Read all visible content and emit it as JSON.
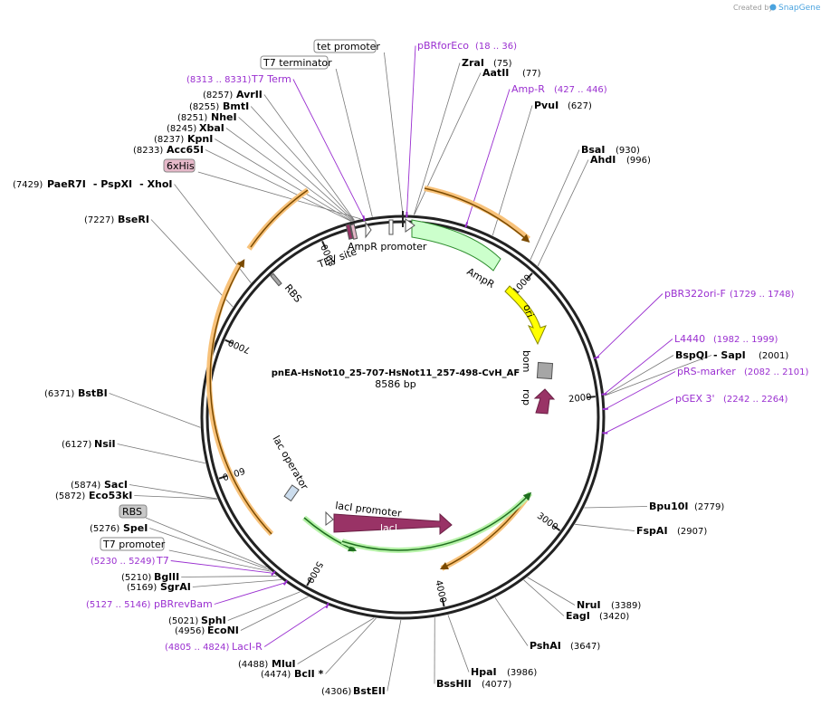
{
  "brand": {
    "created_by": "Created by",
    "name": "SnapGene"
  },
  "plasmid": {
    "name": "pnEA-HsNot10_25-707-HsNot11_257-498-CvH_AF",
    "size_label": "8586 bp",
    "length": 8586
  },
  "ticks": [
    {
      "pos": 1000,
      "label": "1000"
    },
    {
      "pos": 2000,
      "label": "2000"
    },
    {
      "pos": 3000,
      "label": "3000"
    },
    {
      "pos": 4000,
      "label": "4000"
    },
    {
      "pos": 5000,
      "label": "5000"
    },
    {
      "pos": 6000,
      "label": "6000"
    },
    {
      "pos": 7000,
      "label": "7000"
    },
    {
      "pos": 8000,
      "label": "8000"
    }
  ],
  "enzymes": [
    {
      "name": "ZraI",
      "pos": 75,
      "pos_label": "(75)"
    },
    {
      "name": "AatII",
      "pos": 77,
      "pos_label": "(77)"
    },
    {
      "name": "PvuI",
      "pos": 627,
      "pos_label": "(627)"
    },
    {
      "name": "BsaI",
      "pos": 930,
      "pos_label": "(930)"
    },
    {
      "name": "AhdI",
      "pos": 996,
      "pos_label": "(996)"
    },
    {
      "name": "BspQI",
      "alt": "SapI",
      "pos": 2001,
      "pos_label": "(2001)"
    },
    {
      "name": "Bpu10I",
      "pos": 2779,
      "pos_label": "(2779)"
    },
    {
      "name": "FspAI",
      "pos": 2907,
      "pos_label": "(2907)"
    },
    {
      "name": "NruI",
      "pos": 3389,
      "pos_label": "(3389)"
    },
    {
      "name": "EagI",
      "pos": 3420,
      "pos_label": "(3420)"
    },
    {
      "name": "PshAI",
      "pos": 3647,
      "pos_label": "(3647)"
    },
    {
      "name": "HpaI",
      "pos": 3986,
      "pos_label": "(3986)"
    },
    {
      "name": "BssHII",
      "pos": 4077,
      "pos_label": "(4077)"
    },
    {
      "name": "BstEII",
      "pos": 4306,
      "pos_label": "(4306)"
    },
    {
      "name": "BclI *",
      "pos": 4474,
      "pos_label": "(4474)"
    },
    {
      "name": "MluI",
      "pos": 4488,
      "pos_label": "(4488)"
    },
    {
      "name": "EcoNI",
      "pos": 4956,
      "pos_label": "(4956)"
    },
    {
      "name": "SphI",
      "pos": 5021,
      "pos_label": "(5021)"
    },
    {
      "name": "SgrAI",
      "pos": 5169,
      "pos_label": "(5169)"
    },
    {
      "name": "BglII",
      "pos": 5210,
      "pos_label": "(5210)"
    },
    {
      "name": "SpeI",
      "pos": 5276,
      "pos_label": "(5276)"
    },
    {
      "name": "Eco53kI",
      "pos": 5872,
      "pos_label": "(5872)"
    },
    {
      "name": "SacI",
      "pos": 5874,
      "pos_label": "(5874)"
    },
    {
      "name": "NsiI",
      "pos": 6127,
      "pos_label": "(6127)"
    },
    {
      "name": "BstBI",
      "pos": 6371,
      "pos_label": "(6371)"
    },
    {
      "name": "BseRI",
      "pos": 7227,
      "pos_label": "(7227)"
    },
    {
      "name": "PaeR7I",
      "alt": "PspXI",
      "alt2": "XhoI",
      "pos": 7429,
      "pos_label": "(7429)"
    },
    {
      "name": "Acc65I",
      "pos": 8233,
      "pos_label": "(8233)"
    },
    {
      "name": "KpnI",
      "pos": 8237,
      "pos_label": "(8237)"
    },
    {
      "name": "XbaI",
      "pos": 8245,
      "pos_label": "(8245)"
    },
    {
      "name": "NheI",
      "pos": 8251,
      "pos_label": "(8251)"
    },
    {
      "name": "BmtI",
      "pos": 8255,
      "pos_label": "(8255)"
    },
    {
      "name": "AvrII",
      "pos": 8257,
      "pos_label": "(8257)"
    }
  ],
  "primers": [
    {
      "name": "pBRforEco",
      "range": "(18 .. 36)",
      "pos": 27
    },
    {
      "name": "Amp-R",
      "range": "(427 .. 446)",
      "pos": 436
    },
    {
      "name": "pBR322ori-F",
      "range": "(1729 .. 1748)",
      "pos": 1738
    },
    {
      "name": "L4440",
      "range": "(1982 .. 1999)",
      "pos": 1990
    },
    {
      "name": "pRS-marker",
      "range": "(2082 .. 2101)",
      "pos": 2091
    },
    {
      "name": "pGEX 3'",
      "range": "(2242 .. 2264)",
      "pos": 2253
    },
    {
      "name": "LacI-R",
      "range": "(4805 .. 4824)",
      "pos": 4814
    },
    {
      "name": "pBRrevBam",
      "range": "(5127 .. 5146)",
      "pos": 5136
    },
    {
      "name": "T7",
      "range": "(5230 .. 5249)",
      "pos": 5240
    },
    {
      "name": "T7 Term",
      "range": "(8313 .. 8331)",
      "pos": 8322
    }
  ],
  "boxed_features": [
    {
      "name": "tet promoter",
      "pos": 0
    },
    {
      "name": "T7 terminator",
      "pos": 8380
    },
    {
      "name": "6xHis",
      "pos": 8300
    },
    {
      "name": "RBS",
      "pos": 5300
    },
    {
      "name": "T7 promoter",
      "pos": 5260
    }
  ],
  "inner_features": {
    "tev_site": "TEV site",
    "ampr_promoter": "AmpR promoter",
    "ampr": "AmpR",
    "ori": "ori",
    "bom": "bom",
    "rop": "rop",
    "rbs": "RBS",
    "lac_operator": "lac operator",
    "laci_promoter": "lacI promoter",
    "laci": "lacI"
  },
  "colors": {
    "ampr": "#ccffcc",
    "ori": "#ffff00",
    "laci": "#993366",
    "bom": "#a6a6a6",
    "primer": "#9a2fd0",
    "orf_outer": "#f5a623",
    "orf_inner": "#1f6e1f",
    "backbone": "#222222"
  }
}
